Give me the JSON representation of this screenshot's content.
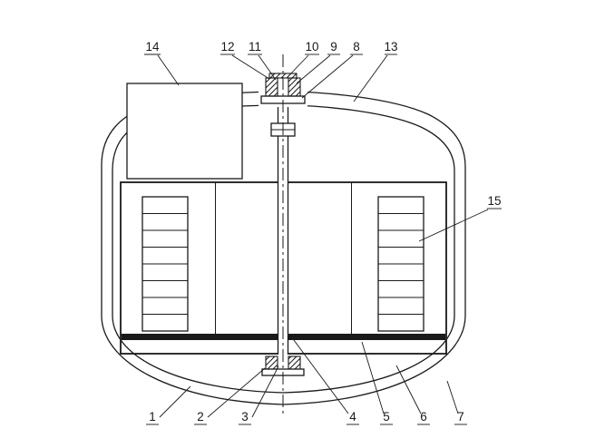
{
  "drawing": {
    "background": "#ffffff",
    "line_color": "#1a1a1a",
    "labels": {
      "n1": "1",
      "n2": "2",
      "n3": "3",
      "n4": "4",
      "n5": "5",
      "n6": "6",
      "n7": "7",
      "n8": "8",
      "n9": "9",
      "n10": "10",
      "n11": "11",
      "n12": "12",
      "n13": "13",
      "n14": "14",
      "n15": "15"
    }
  }
}
